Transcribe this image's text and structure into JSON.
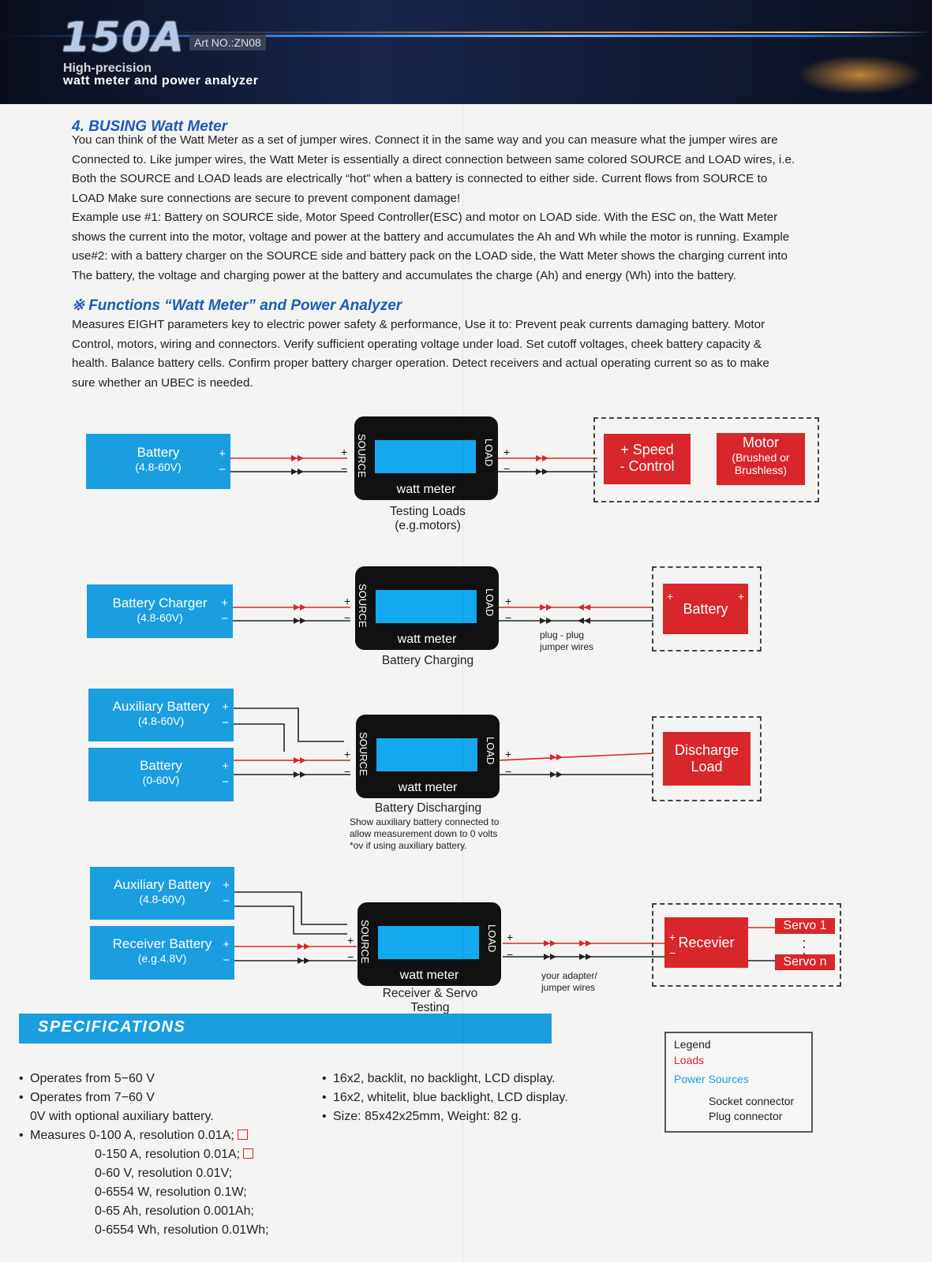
{
  "header": {
    "logo": "150A",
    "art_no": "Art NO.:ZN08",
    "tagline1": "High-precision",
    "tagline2": "watt meter and power analyzer"
  },
  "section4": {
    "title": "4. BUSING Watt Meter",
    "lines": [
      "You can think of the Watt Meter as a set of jumper wires. Connect it in the same way and you can measure what the jumper wires are",
      "Connected to. Like jumper wires, the Watt Meter is essentially a direct connection between same colored SOURCE and LOAD wires, i.e.",
      "Both the SOURCE and LOAD leads are electrically “hot” when a battery is connected to either side. Current flows from SOURCE to",
      "LOAD Make sure connections are secure to prevent component damage!",
      "Example use #1: Battery on SOURCE side, Motor Speed Controller(ESC) and motor on LOAD side. With the ESC on, the Watt Meter",
      "shows the current into the motor, voltage and power at the battery and accumulates the Ah and Wh while the motor is running. Example",
      "use#2: with a battery charger on the SOURCE side and battery pack on the LOAD side, the Watt Meter shows the charging current into",
      "The battery, the voltage and charging power at the battery and accumulates the charge (Ah) and energy (Wh) into the battery."
    ]
  },
  "functions": {
    "title": "※ Functions “Watt Meter” and Power Analyzer",
    "lines": [
      "Measures EIGHT parameters key to electric power safety & performance, Use it to: Prevent peak currents damaging battery. Motor",
      "Control, motors, wiring and connectors. Verify sufficient operating voltage under load. Set cutoff voltages, cheek battery capacity &",
      "health. Balance battery cells. Confirm proper battery charger operation. Detect receivers and actual operating current so as to make",
      "sure whether an UBEC is needed."
    ]
  },
  "diagram": {
    "plus": "+",
    "minus": "−",
    "source_label": "SOURCE",
    "load_label": "LOAD",
    "meter_label": "watt meter",
    "d1": {
      "battery": "Battery",
      "battery_range": "(4.8-60V)",
      "speed1": "+ Speed",
      "speed2": "- Control",
      "motor1": "Motor",
      "motor2": "(Brushed or",
      "motor3": "Brushless)",
      "cap1": "Testing Loads",
      "cap2": "(e.g.motors)"
    },
    "d2": {
      "charger": "Battery Charger",
      "charger_range": "(4.8-60V)",
      "battery": "Battery",
      "plug1": "plug - plug",
      "plug2": "jumper wires",
      "cap": "Battery Charging"
    },
    "d3": {
      "aux": "Auxiliary Battery",
      "aux_range": "(4.8-60V)",
      "battery": "Battery",
      "battery_range": "(0-60V)",
      "load1": "Discharge",
      "load2": "Load",
      "cap": "Battery Discharging",
      "note1": "Show auxiliary battery connected to",
      "note2": "allow measurement down to 0 volts",
      "note3": "*ov if using auxiliary battery."
    },
    "d4": {
      "aux": "Auxiliary Battery",
      "aux_range": "(4.8-60V)",
      "rx": "Receiver Battery",
      "rx_range": "(e.g.4.8V)",
      "receiver": "Recevier",
      "servo1": "Servo 1",
      "servon": "Servo n",
      "adapter1": "your adapter/",
      "adapter2": "jumper wires",
      "cap1": "Receiver & Servo",
      "cap2": "Testing"
    }
  },
  "specs": {
    "title": "SPECIFICATIONS",
    "left": [
      "Operates from 5−60 V",
      "Operates from 7−60 V",
      "0V with optional auxiliary battery.",
      "Measures 0-100 A, resolution 0.01A;",
      "0-150 A, resolution 0.01A;",
      "0-60 V, resolution 0.01V;",
      "0-6554 W, resolution 0.1W;",
      "0-65 Ah, resolution 0.001Ah;",
      "0-6554 Wh, resolution 0.01Wh;"
    ],
    "right": [
      "16x2, backlit, no backlight, LCD display.",
      "16x2, whitelit, blue backlight, LCD display.",
      "Size: 85x42x25mm, Weight: 82 g."
    ]
  },
  "legend": {
    "title": "Legend",
    "loads": "Loads",
    "power": "Power Sources",
    "socket": "Socket connector",
    "plug": "Plug connector"
  },
  "colors": {
    "blue": "#1a9ee0",
    "red": "#d8262a",
    "title_blue": "#1e5ab5"
  }
}
